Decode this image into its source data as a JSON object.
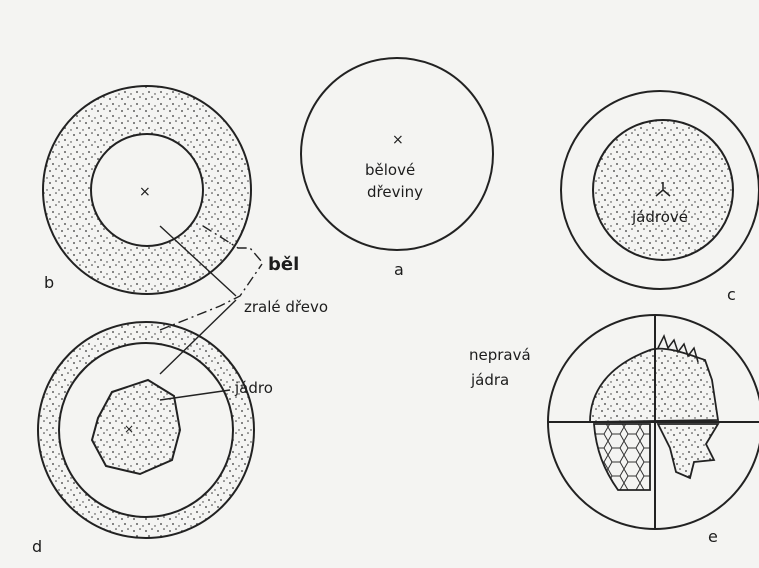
{
  "labels": {
    "center_a": "bělové",
    "center_a2": "dřeviny",
    "letter_a": "a",
    "letter_b": "b",
    "letter_c": "c",
    "letter_d": "d",
    "letter_e": "e",
    "bel": "běl",
    "zrale_drevo": "zralé dřevo",
    "jadro": "jádro",
    "jadrove": "jádrové",
    "neprava_1": "nepravá",
    "neprava_2": "jádra"
  }
}
